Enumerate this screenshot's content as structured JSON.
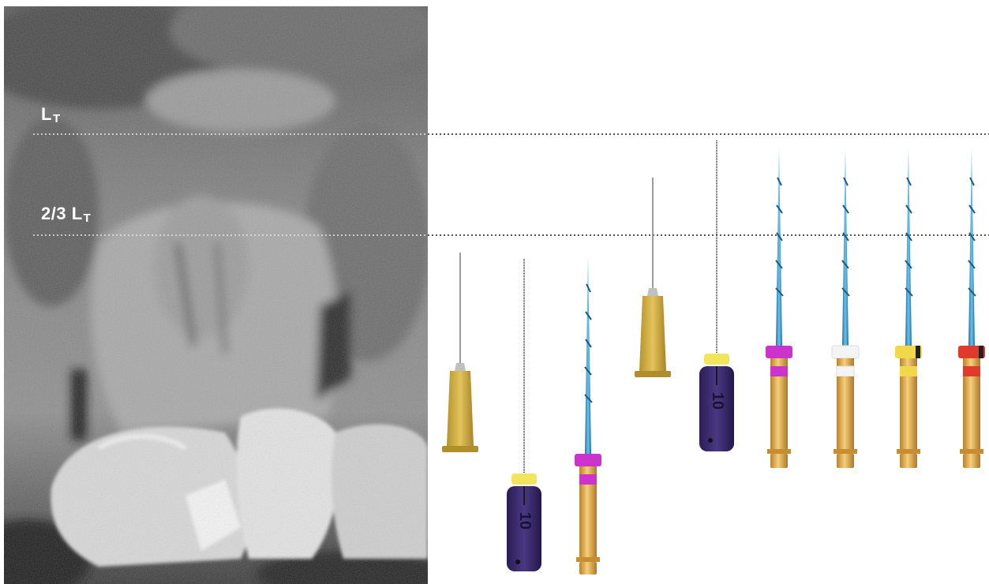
{
  "labels": {
    "working_length": {
      "text": "L",
      "subscript": "T"
    },
    "two_thirds_length": {
      "text": "2/3 L",
      "subscript": "T"
    }
  },
  "instruments": {
    "hand_file_handle_text": "10"
  },
  "colors": {
    "guide_line": "#222222",
    "xray_guide_line": "#e6e6e6",
    "needle_hub": "#c9a73a",
    "file_handle": "#3d2c6e",
    "rotary_shaft": "#3a9bd1",
    "gold_shank": "#d7a443",
    "ring_magenta": "#cc33cc",
    "ring_white": "#f4f4f4",
    "ring_yellow": "#f1d84a",
    "ring_red": "#e03a2c",
    "stopper_yellow": "#f2e45c"
  }
}
